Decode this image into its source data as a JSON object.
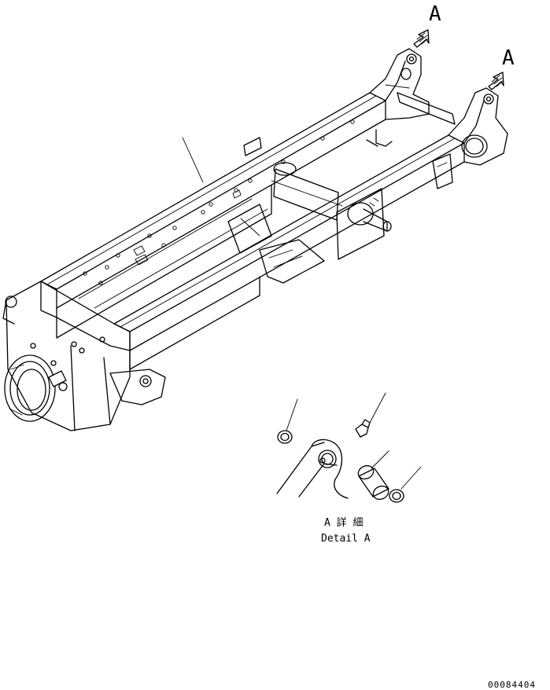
{
  "view_label_left": "A",
  "view_label_right": "A",
  "detail_caption_jp": "A 詳 細",
  "detail_caption_en": "Detail A",
  "drawing_number": "00084404"
}
